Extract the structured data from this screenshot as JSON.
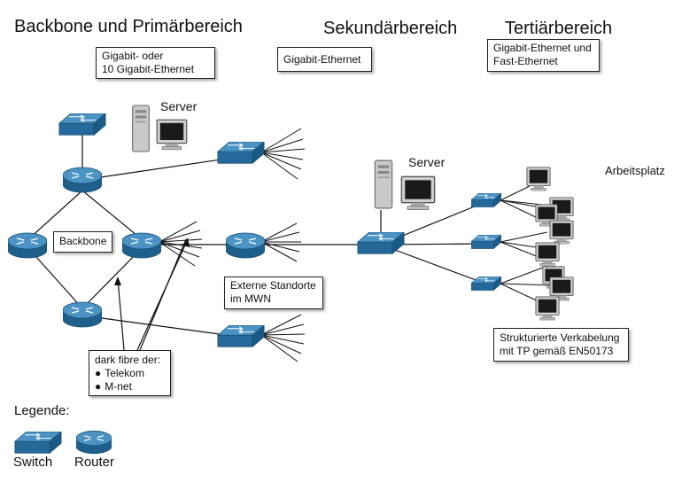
{
  "headings": {
    "backbone": "Backbone und Primärbereich",
    "secondary": "Sekundärbereich",
    "tertiary": "Tertiärbereich"
  },
  "boxes": {
    "primary_media_line1": "Gigabit- oder",
    "primary_media_line2": "10 Gigabit-Ethernet",
    "secondary_media": "Gigabit-Ethernet",
    "tertiary_media_line1": "Gigabit-Ethernet und",
    "tertiary_media_line2": "Fast-Ethernet",
    "backbone": "Backbone",
    "external_line1": "Externe Standorte",
    "external_line2": "im MWN",
    "darkfibre_title": "dark fibre der:",
    "darkfibre_items": [
      "Telekom",
      "M-net"
    ],
    "cabling_line1": "Strukturierte Verkabelung",
    "cabling_line2": "mit TP gemäß EN50173"
  },
  "labels": {
    "server1": "Server",
    "server2": "Server",
    "workplace": "Arbeitsplatz"
  },
  "legend": {
    "title": "Legende:",
    "switch": "Switch",
    "router": "Router"
  },
  "colors": {
    "device_top": "#3d86b8",
    "device_side": "#1f5f8c",
    "device_dark": "#184e75",
    "line": "#111111"
  }
}
